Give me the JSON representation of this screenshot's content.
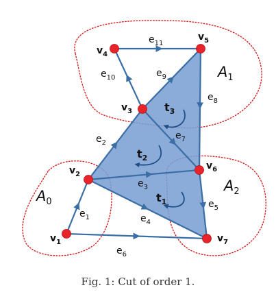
{
  "caption": "Fig. 1: Cut of order 1.",
  "vertices": [
    {
      "id": "v1",
      "label": "v",
      "sub": "1"
    },
    {
      "id": "v2",
      "label": "v",
      "sub": "2"
    },
    {
      "id": "v3",
      "label": "v",
      "sub": "3"
    },
    {
      "id": "v4",
      "label": "v",
      "sub": "4"
    },
    {
      "id": "v5",
      "label": "v",
      "sub": "5"
    },
    {
      "id": "v6",
      "label": "v",
      "sub": "6"
    },
    {
      "id": "v7",
      "label": "v",
      "sub": "7"
    }
  ],
  "edges": [
    {
      "id": "e1",
      "label": "e",
      "sub": "1",
      "from": "v1",
      "to": "v2"
    },
    {
      "id": "e2",
      "label": "e",
      "sub": "2",
      "from": "v2",
      "to": "v3"
    },
    {
      "id": "e3",
      "label": "e",
      "sub": "3",
      "from": "v2",
      "to": "v6"
    },
    {
      "id": "e4",
      "label": "e",
      "sub": "4",
      "from": "v2",
      "to": "v7"
    },
    {
      "id": "e5",
      "label": "e",
      "sub": "5",
      "from": "v6",
      "to": "v7"
    },
    {
      "id": "e6",
      "label": "e",
      "sub": "6",
      "from": "v1",
      "to": "v7"
    },
    {
      "id": "e7",
      "label": "e",
      "sub": "7",
      "from": "v3",
      "to": "v6"
    },
    {
      "id": "e8",
      "label": "e",
      "sub": "8",
      "from": "v5",
      "to": "v6"
    },
    {
      "id": "e9",
      "label": "e",
      "sub": "9",
      "from": "v3",
      "to": "v5"
    },
    {
      "id": "e10",
      "label": "e",
      "sub": "10",
      "from": "v3",
      "to": "v4"
    },
    {
      "id": "e11",
      "label": "e",
      "sub": "11",
      "from": "v4",
      "to": "v5"
    }
  ],
  "triangles": [
    {
      "id": "t1",
      "label": "t",
      "sub": "1"
    },
    {
      "id": "t2",
      "label": "t",
      "sub": "2"
    },
    {
      "id": "t3",
      "label": "t",
      "sub": "3"
    }
  ],
  "regions": [
    {
      "id": "A0",
      "label": "A",
      "sub": "0"
    },
    {
      "id": "A1",
      "label": "A",
      "sub": "1"
    },
    {
      "id": "A2",
      "label": "A",
      "sub": "2"
    }
  ],
  "colors": {
    "vertex": "#e8232a",
    "edge": "#3a6ea5",
    "face": "#7b9fd4",
    "region": "#d62020",
    "text": "#111111"
  }
}
